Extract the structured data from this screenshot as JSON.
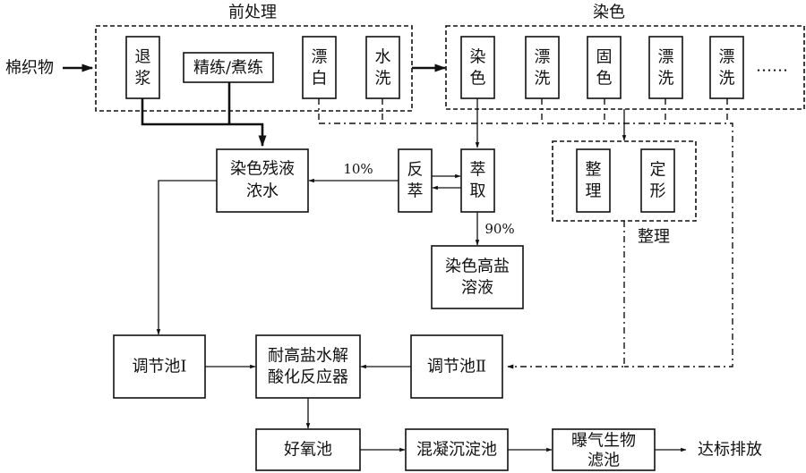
{
  "input": {
    "label": "棉织物"
  },
  "groups": {
    "pretreatment": {
      "title": "前处理"
    },
    "dyeing": {
      "title": "染色"
    },
    "finishing": {
      "title": "整理"
    }
  },
  "pretreatment_steps": [
    {
      "id": "desizing",
      "label": [
        "退",
        "浆"
      ]
    },
    {
      "id": "scouring",
      "label": [
        "精练/煮练"
      ]
    },
    {
      "id": "bleaching",
      "label": [
        "漂",
        "白"
      ]
    },
    {
      "id": "washing",
      "label": [
        "水",
        "洗"
      ]
    }
  ],
  "dyeing_steps": [
    {
      "id": "dyeing",
      "label": [
        "染",
        "色"
      ]
    },
    {
      "id": "rinse1",
      "label": [
        "漂",
        "洗"
      ]
    },
    {
      "id": "fixing",
      "label": [
        "固",
        "色"
      ]
    },
    {
      "id": "rinse2",
      "label": [
        "漂",
        "洗"
      ]
    },
    {
      "id": "rinse3",
      "label": [
        "漂",
        "洗"
      ]
    }
  ],
  "dyeing_more": "……",
  "finishing_steps": [
    {
      "id": "finish",
      "label": [
        "整",
        "理"
      ]
    },
    {
      "id": "setting",
      "label": [
        "定",
        "形"
      ]
    }
  ],
  "nodes": {
    "residue": [
      "染色残液",
      "浓水"
    ],
    "back_extraction": [
      "反",
      "萃"
    ],
    "extraction": [
      "萃",
      "取"
    ],
    "high_salt": [
      "染色高盐",
      "溶液"
    ],
    "tank1": [
      "调节池Ⅰ"
    ],
    "reactor": [
      "耐高盐水解",
      "酸化反应器"
    ],
    "tank2": [
      "调节池Ⅱ"
    ],
    "aerobic": [
      "好氧池"
    ],
    "coagulation": [
      "混凝沉淀池"
    ],
    "baf": [
      "曝气生物",
      "滤池"
    ]
  },
  "flow_labels": {
    "ten_percent": "10%",
    "ninety_percent": "90%"
  },
  "output": {
    "label": "达标排放"
  }
}
